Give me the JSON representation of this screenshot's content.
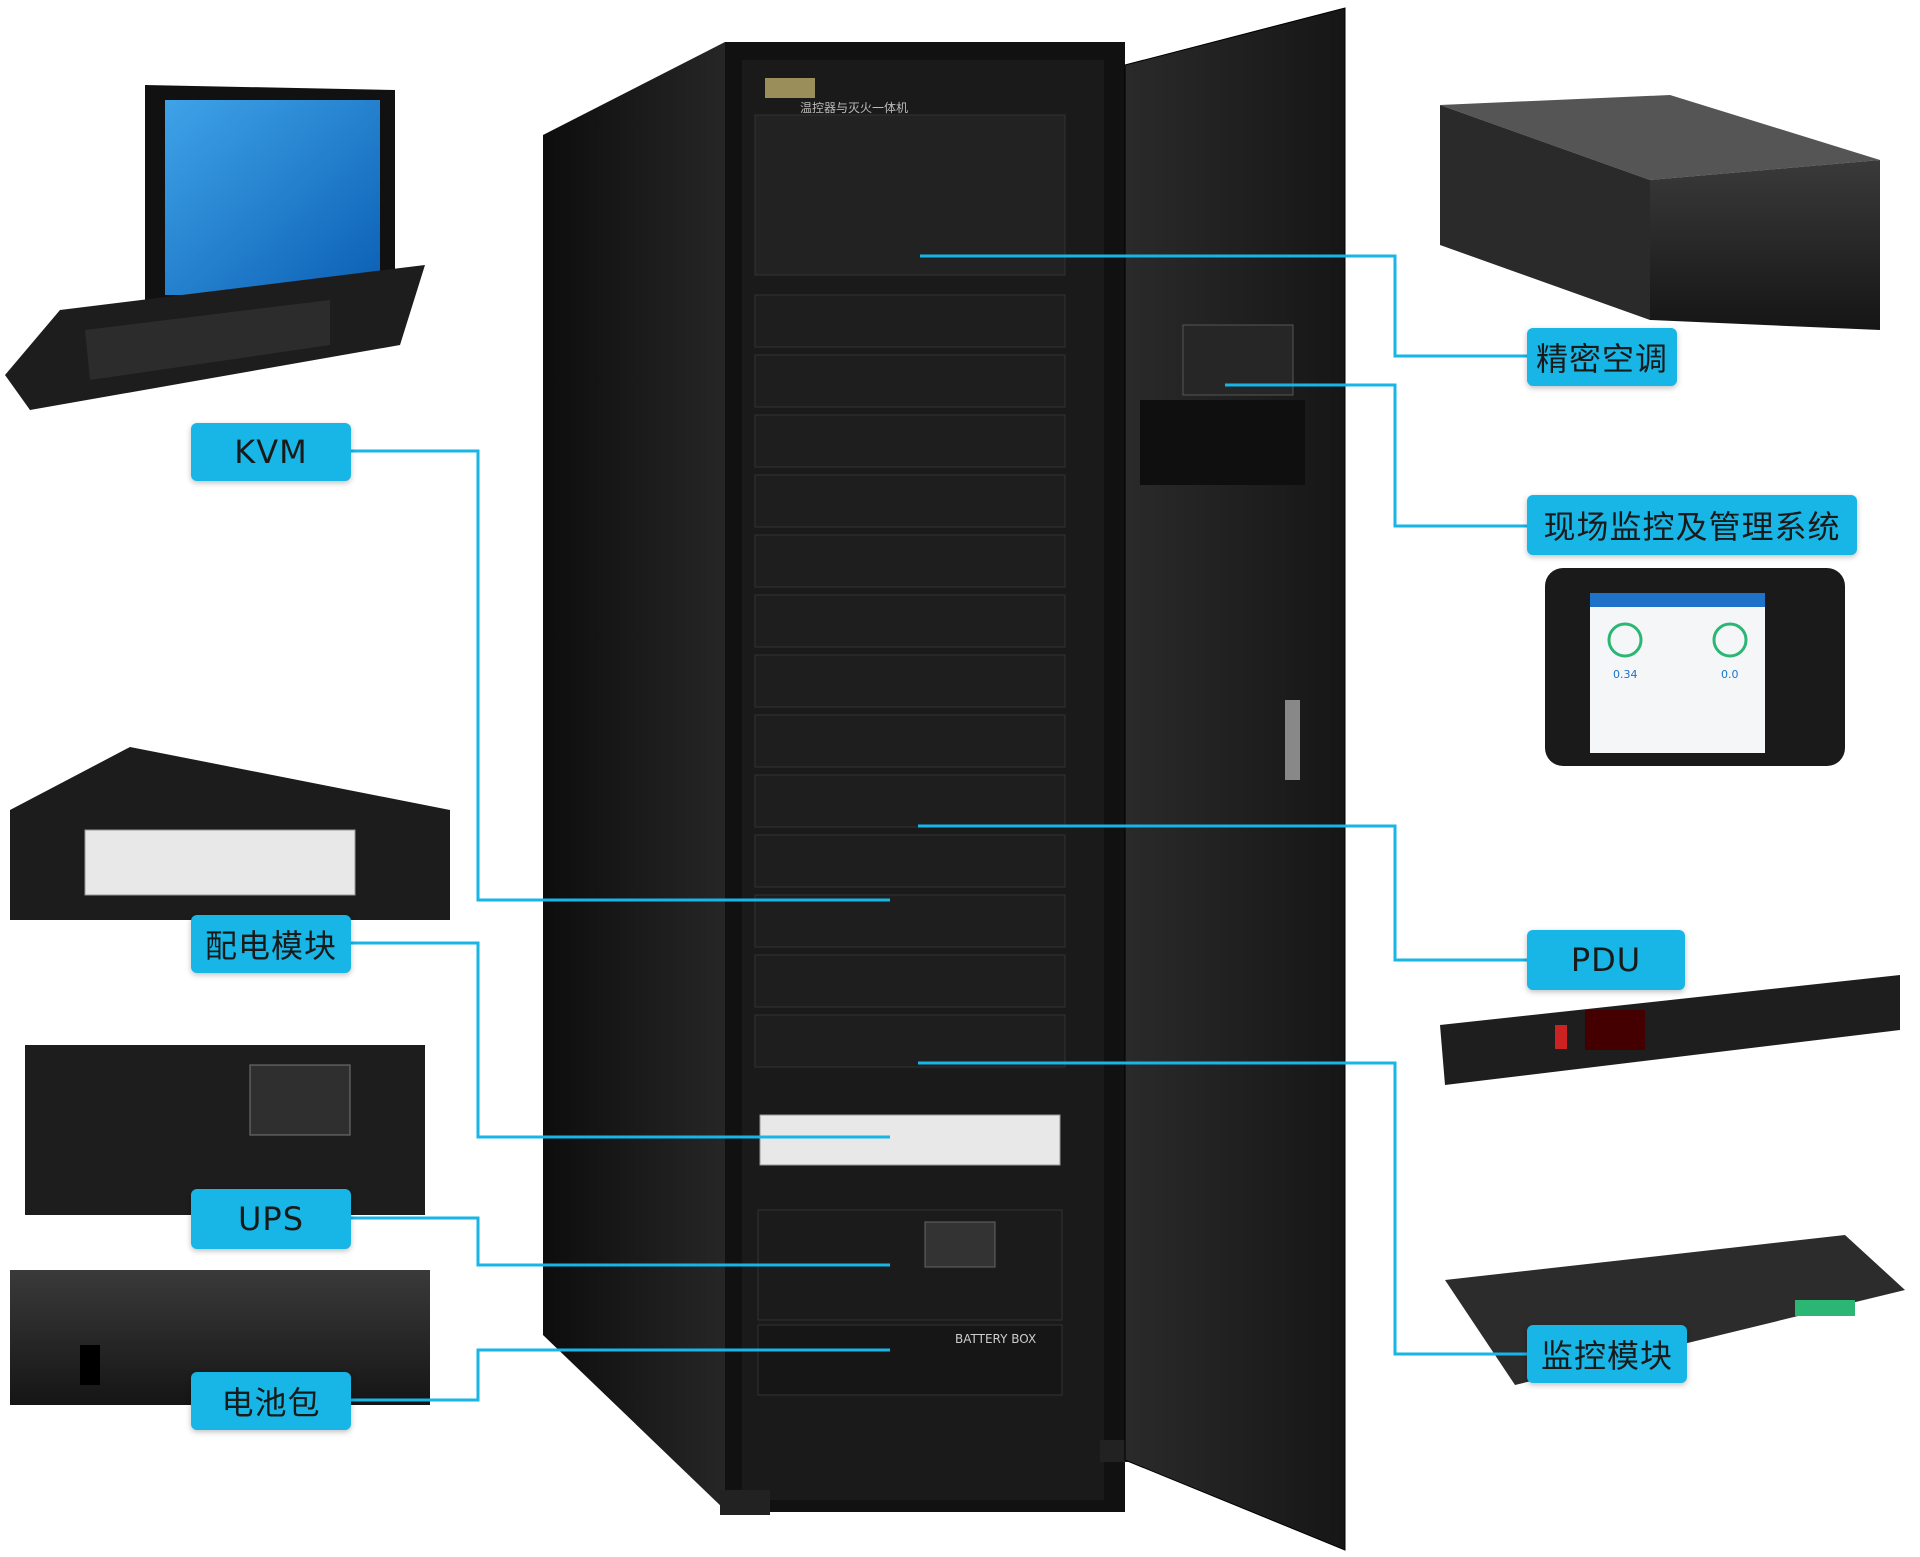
{
  "labels": {
    "precision_ac": "精密空调",
    "monitoring_system": "现场监控及管理系统",
    "pdu": "PDU",
    "monitor_module": "监控模块",
    "kvm": "KVM",
    "power_distribution": "配电模块",
    "ups": "UPS",
    "battery_pack": "电池包"
  },
  "cabinet": {
    "top_unit_text": "温控器与灭火一体机",
    "battery_box_text": "BATTERY BOX"
  },
  "touch_screen": {
    "readout_left": "0.34",
    "readout_right": "0.0"
  },
  "colors": {
    "accent": "#17b6e6",
    "cabinet": "#1c1c1c"
  }
}
